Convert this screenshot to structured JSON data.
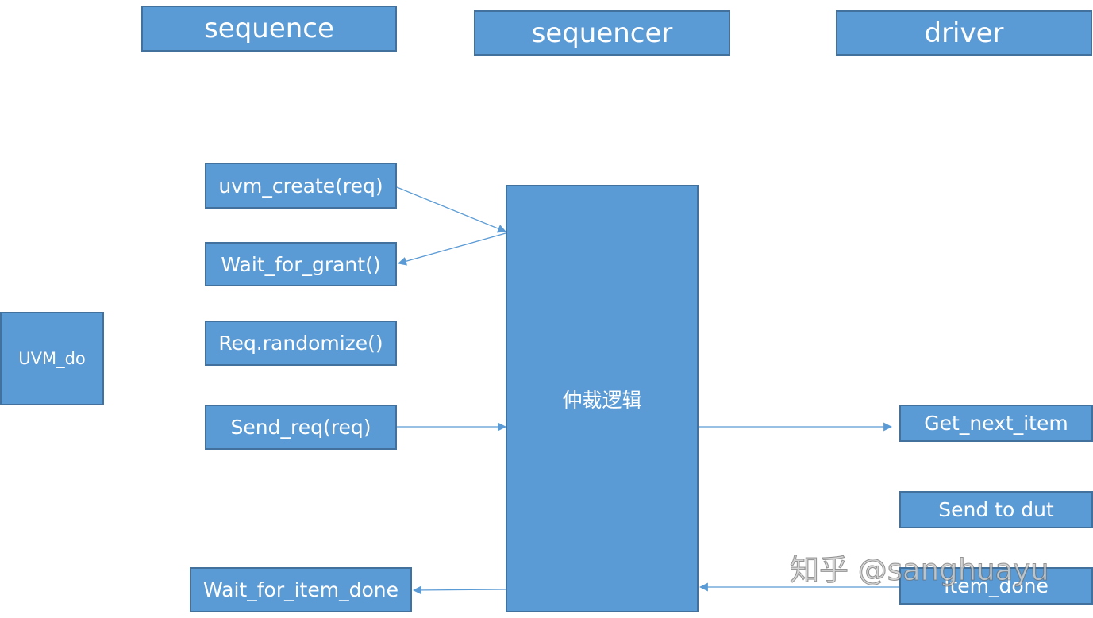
{
  "headers": {
    "sequence": "sequence",
    "sequencer": "sequencer",
    "driver": "driver"
  },
  "sequence_steps": {
    "uvm_create": "uvm_create(req)",
    "wait_for_grant": "Wait_for_grant()",
    "randomize": "Req.randomize()",
    "send_req": "Send_req(req)",
    "wait_for_item_done": "Wait_for_item_done"
  },
  "uvm_do": "UVM_do",
  "arbitration": "仲裁逻辑",
  "driver_steps": {
    "get_next_item": "Get_next_item",
    "send_to_dut": "Send to dut",
    "item_done": "Item_done"
  },
  "watermark": "知乎 @sanghuayu",
  "colors": {
    "box_fill": "#5b9bd5",
    "box_border": "#41719c",
    "arrow": "#5b9bd5",
    "text": "#ffffff"
  }
}
